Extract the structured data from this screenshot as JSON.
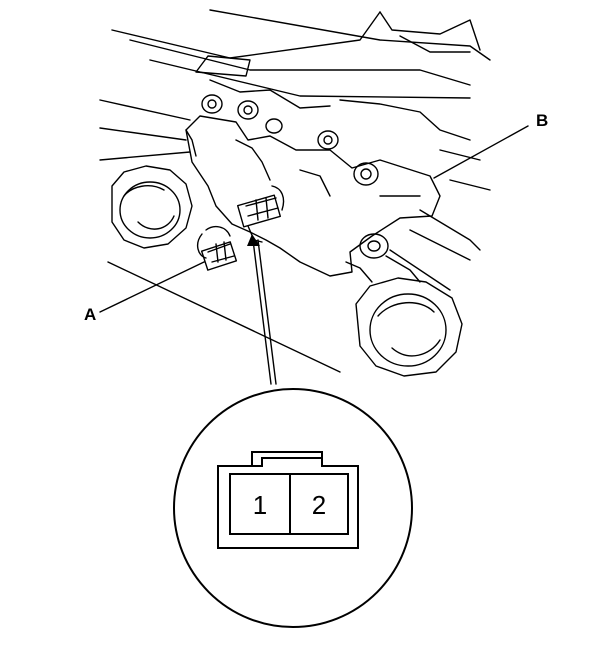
{
  "callouts": {
    "a": "A",
    "b": "B"
  },
  "connector_detail": {
    "pins": [
      "1",
      "2"
    ]
  },
  "colors": {
    "ink": "#000000",
    "paper": "#ffffff"
  }
}
